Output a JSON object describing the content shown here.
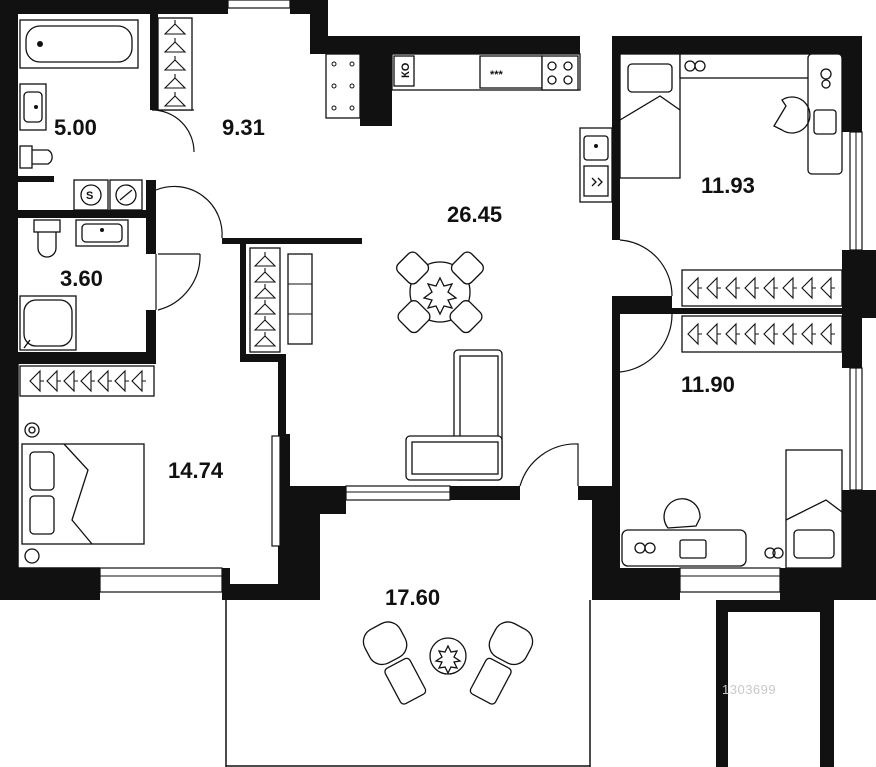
{
  "rooms": {
    "bathroom_1": {
      "area": "5.00",
      "name": ""
    },
    "hallway": {
      "area": "9.31",
      "name": ""
    },
    "kitchen_living": {
      "area": "26.45",
      "name": ""
    },
    "bedroom_top_right": {
      "area": "11.93",
      "name": ""
    },
    "bathroom_2": {
      "area": "3.60",
      "name": ""
    },
    "bedroom_left": {
      "area": "14.74",
      "name": ""
    },
    "bedroom_bottom_right": {
      "area": "11.90",
      "name": ""
    },
    "terrace": {
      "area": "17.60",
      "name": ""
    }
  },
  "appliance_labels": {
    "oven": "КО",
    "cooktop": "***"
  },
  "watermark": "1303699",
  "colors": {
    "wall": "#111111",
    "background": "#ffffff"
  }
}
